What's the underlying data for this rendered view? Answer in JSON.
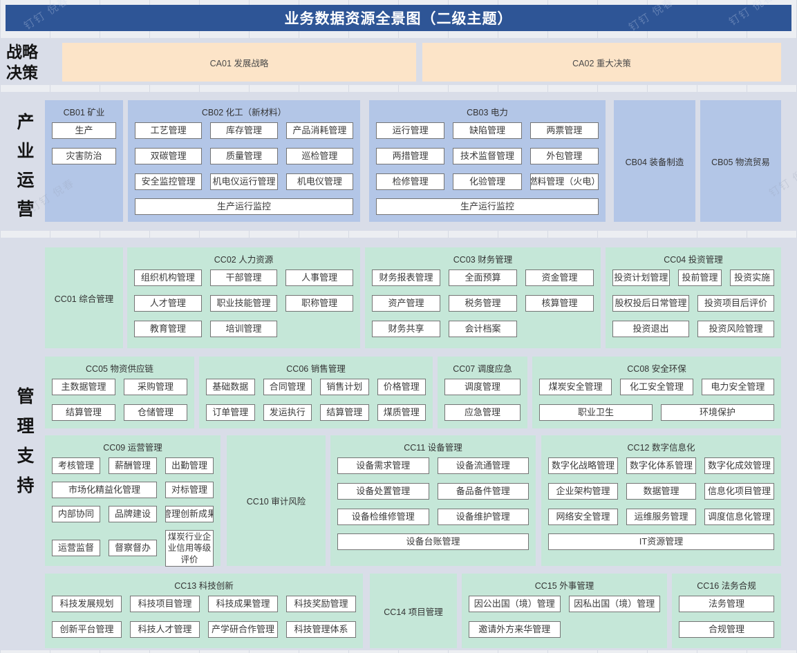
{
  "title": "业务数据资源全景图（二级主题）",
  "watermark": "钉钉 倪春",
  "colors": {
    "titlebar": "#2e5596",
    "strategy_box": "#fce4c8",
    "industry_group": "#b3c6e7",
    "support_group": "#c5e7d8",
    "item_box": "#ffffff",
    "item_border": "#747474"
  },
  "sections": [
    {
      "key": "strategy",
      "label": "战略决策",
      "label_lines": [
        "战略",
        "决策"
      ],
      "groups": [
        {
          "key": "CA01",
          "title": "CA01 发展战略",
          "center": true,
          "rows": []
        },
        {
          "key": "CA02",
          "title": "CA02 重大决策",
          "center": true,
          "rows": []
        }
      ]
    },
    {
      "key": "industry",
      "label": "产业运营",
      "label_lines": [
        "产",
        "业",
        "运",
        "营"
      ],
      "groups": [
        {
          "key": "CB01",
          "title": "CB01 矿业",
          "rows": [
            [
              "生产"
            ],
            [
              "灾害防治"
            ]
          ]
        },
        {
          "key": "CB02",
          "title": "CB02 化工（新材料）",
          "rows": [
            [
              "工艺管理",
              "库存管理",
              "产品消耗管理"
            ],
            [
              "双碳管理",
              "质量管理",
              "巡检管理"
            ],
            [
              "安全监控管理",
              "机电仪运行管理",
              "机电仪管理"
            ]
          ],
          "footer": "生产运行监控"
        },
        {
          "key": "CB03",
          "title": "CB03 电力",
          "rows": [
            [
              "运行管理",
              "缺陷管理",
              "两票管理"
            ],
            [
              "两措管理",
              "技术监督管理",
              "外包管理"
            ],
            [
              "检修管理",
              "化验管理",
              "燃料管理（火电）"
            ]
          ],
          "footer": "生产运行监控"
        },
        {
          "key": "CB04",
          "title": "CB04 装备制造",
          "center": true,
          "rows": []
        },
        {
          "key": "CB05",
          "title": "CB05 物流贸易",
          "center": true,
          "rows": []
        }
      ]
    },
    {
      "key": "support",
      "label": "管理支持",
      "label_lines": [
        "管",
        "理",
        "支",
        "持"
      ],
      "groups": [
        {
          "key": "CC01",
          "title": "CC01 综合管理",
          "center": true,
          "rows": []
        },
        {
          "key": "CC02",
          "title": "CC02 人力资源",
          "rows": [
            [
              "组织机构管理",
              "干部管理",
              "人事管理"
            ],
            [
              "人才管理",
              "职业技能管理",
              "职称管理"
            ],
            {
              "cols": 3,
              "items": [
                "教育管理",
                "培训管理"
              ]
            }
          ]
        },
        {
          "key": "CC03",
          "title": "CC03 财务管理",
          "rows": [
            [
              "财务报表管理",
              "全面预算",
              "资金管理"
            ],
            [
              "资产管理",
              "税务管理",
              "核算管理"
            ],
            {
              "cols": 3,
              "items": [
                "财务共享",
                "会计档案"
              ]
            }
          ]
        },
        {
          "key": "CC04",
          "title": "CC04 投资管理",
          "rows": [
            {
              "cols": "1.3fr 1fr 1fr",
              "items": [
                "投资计划管理",
                "投前管理",
                "投资实施"
              ]
            },
            [
              "股权投后日常管理",
              "投资项目后评价"
            ],
            [
              "投资退出",
              "投资风险管理"
            ]
          ]
        },
        {
          "key": "CC05",
          "title": "CC05 物资供应链",
          "rows": [
            [
              "主数据管理",
              "采购管理"
            ],
            [
              "结算管理",
              "仓储管理"
            ]
          ]
        },
        {
          "key": "CC06",
          "title": "CC06 销售管理",
          "rows": [
            [
              "基础数据",
              "合同管理",
              "销售计划",
              "价格管理"
            ],
            [
              "订单管理",
              "发运执行",
              "结算管理",
              "煤质管理"
            ]
          ]
        },
        {
          "key": "CC07",
          "title": "CC07 调度应急",
          "rows": [
            [
              "调度管理"
            ],
            [
              "应急管理"
            ]
          ]
        },
        {
          "key": "CC08",
          "title": "CC08 安全环保",
          "rows": [
            [
              "煤炭安全管理",
              "化工安全管理",
              "电力安全管理"
            ],
            [
              "职业卫生",
              "环境保护"
            ]
          ]
        },
        {
          "key": "CC09",
          "title": "CC09 运营管理",
          "rows": [
            [
              "考核管理",
              "薪酬管理",
              "出勤管理"
            ],
            {
              "cols": 3,
              "items": [
                {
                  "t": "市场化精益化管理",
                  "span": 2
                },
                "对标管理"
              ]
            },
            [
              "内部协同",
              "品牌建设",
              "管理创新成果"
            ],
            [
              "运营监督",
              "督察督办",
              {
                "t": "煤炭行业企业信用等级评价",
                "wrap": true
              }
            ]
          ]
        },
        {
          "key": "CC10",
          "title": "CC10 审计风险",
          "center": true,
          "rows": []
        },
        {
          "key": "CC11",
          "title": "CC11 设备管理",
          "rows": [
            [
              "设备需求管理",
              "设备流通管理"
            ],
            [
              "设备处置管理",
              "备品备件管理"
            ],
            [
              "设备检维修管理",
              "设备维护管理"
            ]
          ],
          "footer": "设备台账管理"
        },
        {
          "key": "CC12",
          "title": "CC12 数字信息化",
          "rows": [
            [
              "数字化战略管理",
              "数字化体系管理",
              "数字化成效管理"
            ],
            [
              "企业架构管理",
              "数据管理",
              "信息化项目管理"
            ],
            [
              "网络安全管理",
              "运维服务管理",
              "调度信息化管理"
            ]
          ],
          "footer": "IT资源管理"
        },
        {
          "key": "CC13",
          "title": "CC13 科技创新",
          "rows": [
            [
              "科技发展规划",
              "科技项目管理",
              "科技成果管理",
              "科技奖励管理"
            ],
            [
              "创新平台管理",
              "科技人才管理",
              "产学研合作管理",
              "科技管理体系"
            ]
          ]
        },
        {
          "key": "CC14",
          "title": "CC14 项目管理",
          "center": true,
          "rows": []
        },
        {
          "key": "CC15",
          "title": "CC15 外事管理",
          "rows": [
            [
              "因公出国（境）管理",
              "因私出国（境）管理"
            ],
            {
              "cols": 2,
              "items": [
                "邀请外方来华管理"
              ]
            }
          ]
        },
        {
          "key": "CC16",
          "title": "CC16 法务合规",
          "rows": [
            [
              "法务管理"
            ],
            [
              "合规管理"
            ]
          ]
        }
      ]
    }
  ]
}
